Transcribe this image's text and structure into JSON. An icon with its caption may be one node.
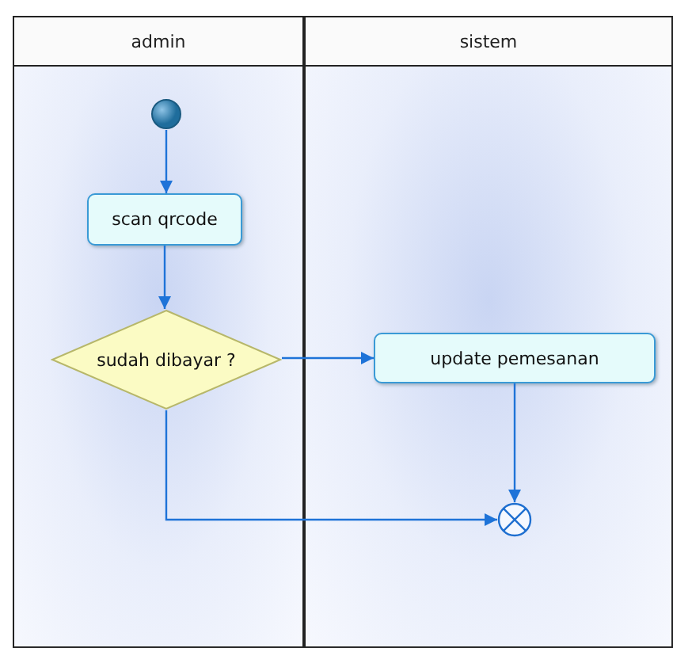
{
  "diagram": {
    "nodes": [
      {
        "text": [
          "admin"
        ]
      },
      {
        "text": [
          "sistem"
        ]
      },
      {
        "text": [],
        "shape": "circle",
        "in": 0
      },
      {
        "text": [
          "scan qrcode"
        ],
        "in": 0
      },
      {
        "text": [
          "sudah dibayar ?"
        ],
        "in": 0
      },
      {
        "text": [
          "update pemesanan"
        ],
        "in": 1
      },
      {
        "text": [],
        "shape": "circle",
        "in": 1
      }
    ],
    "edges": [
      {
        "from": 2,
        "to": 3,
        "arrow": "to"
      },
      {
        "from": 3,
        "to": 4,
        "arrow": "to"
      },
      {
        "from": 4,
        "to": 5,
        "arrow": "to"
      },
      {
        "from": 5,
        "to": 6,
        "arrow": "to"
      },
      {
        "from": 4,
        "to": 6,
        "arrow": "to"
      }
    ]
  }
}
